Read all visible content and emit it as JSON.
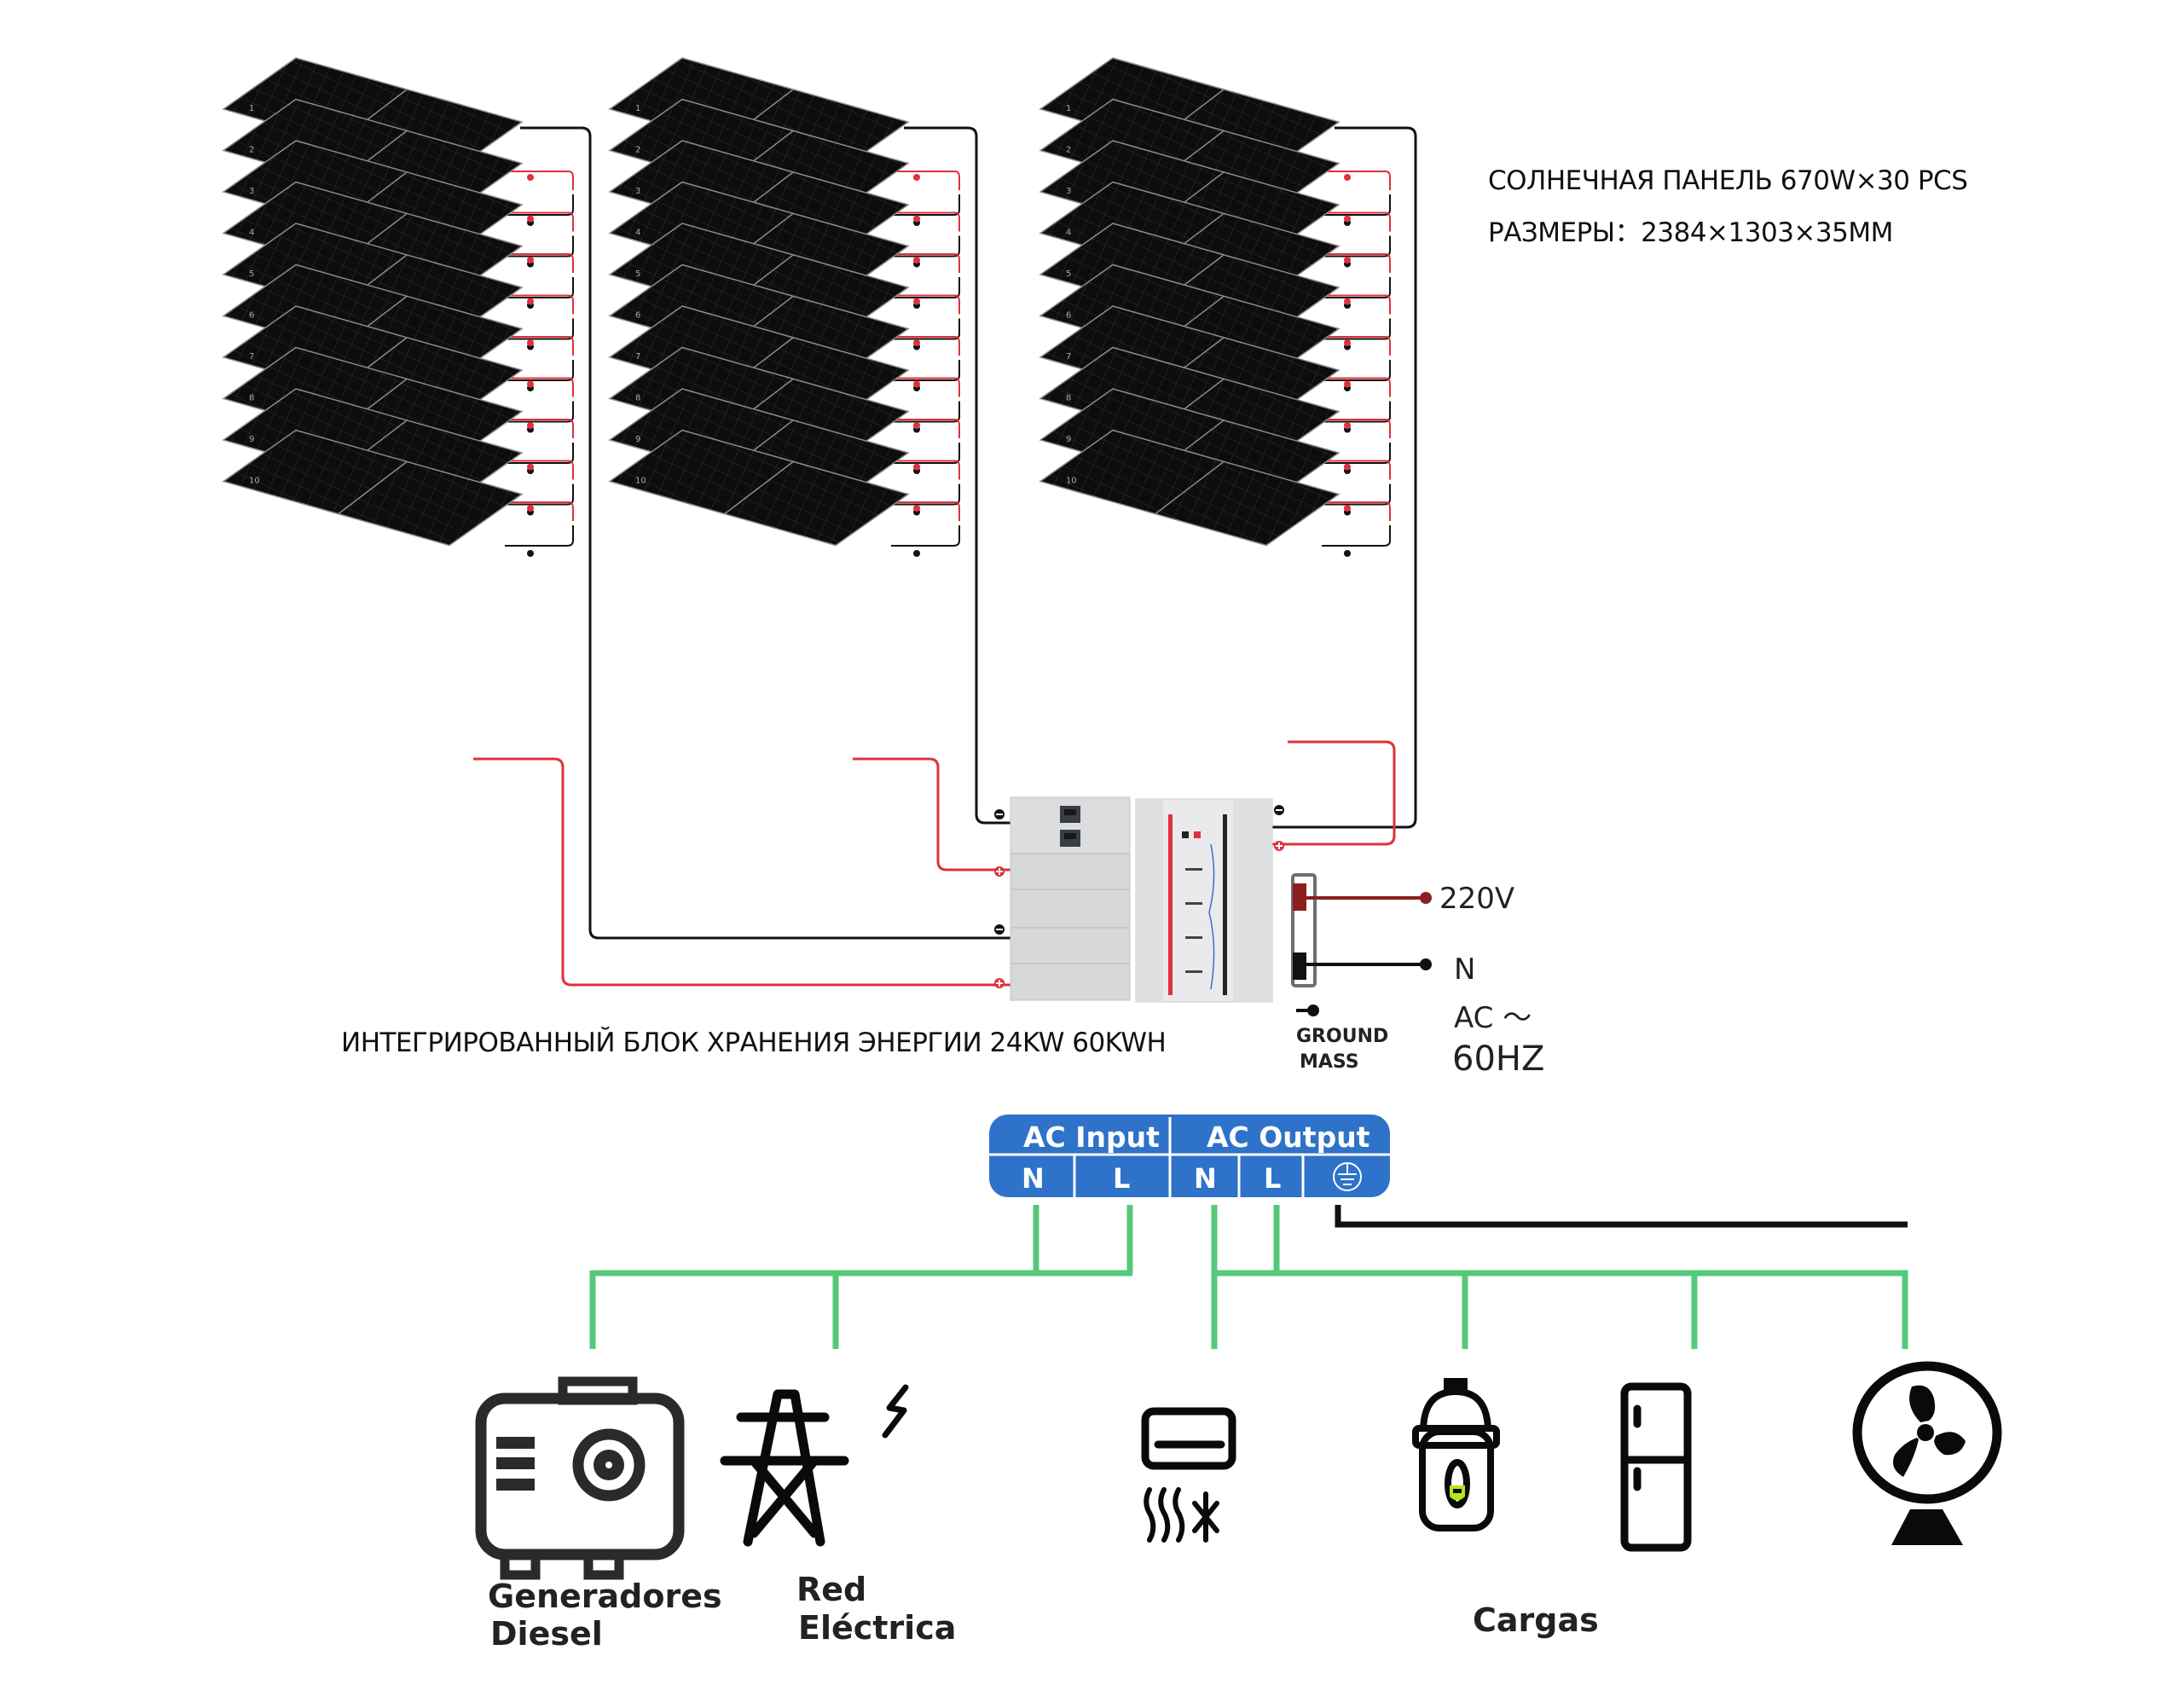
{
  "specs": {
    "panel_line": "СОЛНЕЧНАЯ ПАНЕЛЬ 670W×30 PCS",
    "size_line": "РАЗМЕРЫ：2384×1303×35MM"
  },
  "solar_array": {
    "columns": 3,
    "panels_per_column": 10,
    "panel_numbers": [
      "1",
      "2",
      "3",
      "4",
      "5",
      "6",
      "7",
      "8",
      "9",
      "10"
    ],
    "plus_symbol": "+",
    "minus_symbol": "−"
  },
  "storage_unit": {
    "title": "ИНТЕГРИРОВАННЫЙ БЛОК ХРАНЕНИЯ ЭНЕРГИИ 24KW 60KWH"
  },
  "ac_output_spec": {
    "voltage": "220V",
    "neutral": "N",
    "ac_label": "AC ～",
    "frequency": "60HZ",
    "ground_line1": "GROUND",
    "ground_line2": "MASS"
  },
  "terminal_block": {
    "input_header": "AC Input",
    "output_header": "AC Output",
    "input_pins": [
      "N",
      "L"
    ],
    "output_pins": [
      "N",
      "L"
    ],
    "ground_pin_icon": "earth-ground-icon"
  },
  "sources": [
    {
      "icon": "diesel-generator-icon",
      "label_line1": "Generadores",
      "label_line2": "Diesel"
    },
    {
      "icon": "power-grid-tower-icon",
      "label_line1": "Red",
      "label_line2": "Eléctrica"
    }
  ],
  "loads": {
    "label": "Cargas",
    "items": [
      {
        "icon": "air-conditioner-icon"
      },
      {
        "icon": "rice-cooker-icon"
      },
      {
        "icon": "refrigerator-icon"
      },
      {
        "icon": "electric-fan-icon"
      }
    ]
  },
  "colors": {
    "terminal_blue": "#2f72c9",
    "ac_wire_green": "#55c97a",
    "dc_positive_red": "#e0303c",
    "dc_negative_black": "#111111",
    "ac_live_darkred": "#8b1e1e",
    "cooker_indicator": "#b5e61d"
  }
}
